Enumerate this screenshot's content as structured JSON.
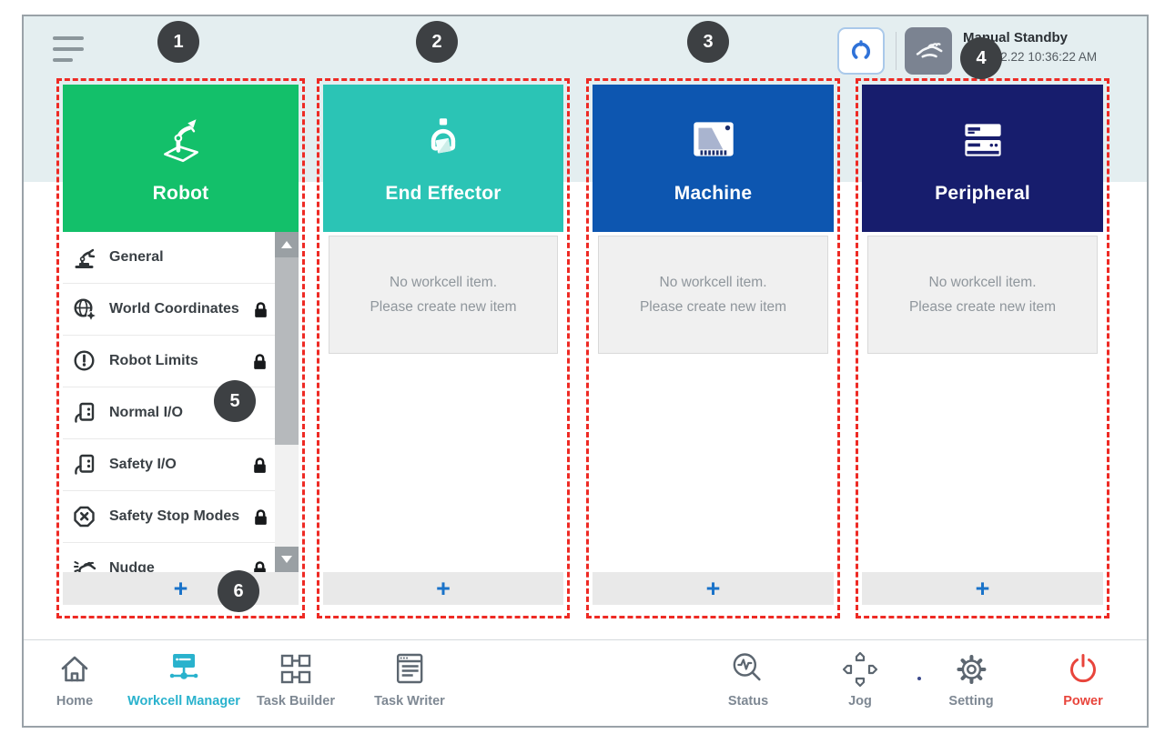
{
  "header": {
    "mode_title": "Manual Standby",
    "timestamp": "2022.12.22 10:36:22 AM"
  },
  "ui": {
    "add_label": "+",
    "empty_state": {
      "line1": "No workcell item.",
      "line2": "Please create new item"
    }
  },
  "callouts": [
    "1",
    "2",
    "3",
    "4",
    "5",
    "6"
  ],
  "columns": [
    {
      "label": "Robot",
      "color": "#13c06a",
      "items": [
        {
          "label": "General",
          "locked": false
        },
        {
          "label": "World Coordinates",
          "locked": true
        },
        {
          "label": "Robot Limits",
          "locked": true
        },
        {
          "label": "Normal I/O",
          "locked": false
        },
        {
          "label": "Safety I/O",
          "locked": true
        },
        {
          "label": "Safety Stop Modes",
          "locked": true
        },
        {
          "label": "Nudge",
          "locked": true
        }
      ]
    },
    {
      "label": "End Effector",
      "color": "#2bc4b5"
    },
    {
      "label": "Machine",
      "color": "#0d56b0"
    },
    {
      "label": "Peripheral",
      "color": "#171d6d"
    }
  ],
  "nav": {
    "items": [
      {
        "label": "Home",
        "active": false
      },
      {
        "label": "Workcell Manager",
        "active": true
      },
      {
        "label": "Task Builder",
        "active": false
      },
      {
        "label": "Task Writer",
        "active": false
      },
      {
        "label": "Status",
        "active": false
      },
      {
        "label": "Jog",
        "active": false
      },
      {
        "label": "Setting",
        "active": false
      },
      {
        "label": "Power",
        "active": false
      }
    ]
  },
  "colors": {
    "robot_green": "#13c06a",
    "end_effector_teal": "#2bc4b5",
    "machine_blue": "#0d56b0",
    "peripheral_navy": "#171d6d",
    "active_nav_cyan": "#29b2cd",
    "power_red": "#e8453c",
    "callout_dashed_red": "#ee2a24",
    "add_plus_blue": "#1a73c9",
    "header_band": "#e4eef0"
  }
}
